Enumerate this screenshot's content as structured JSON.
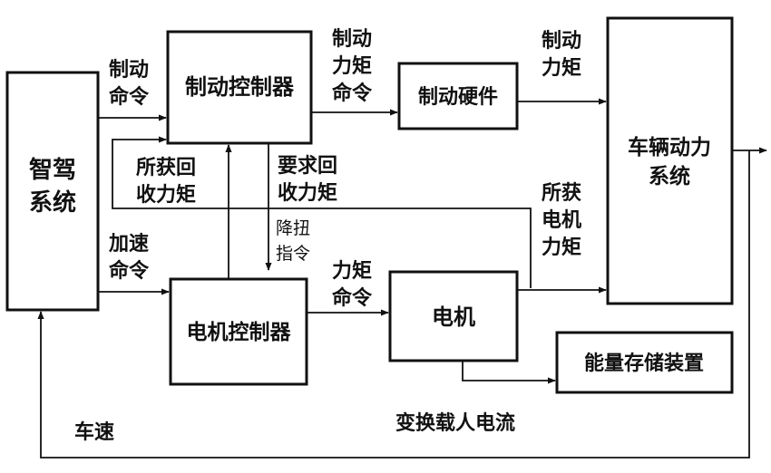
{
  "boxes": {
    "adas": [
      "智驾",
      "系统"
    ],
    "brake_controller": "制动控制器",
    "brake_hardware": "制动硬件",
    "powertrain": [
      "车辆动力",
      "系统"
    ],
    "motor_controller": "电机控制器",
    "motor": "电机",
    "energy_storage": "能量存储装置"
  },
  "labels": {
    "brake_command": [
      "制动",
      "命令"
    ],
    "brake_torque_command": [
      "制动",
      "力矩",
      "命令"
    ],
    "brake_torque": [
      "制动",
      "力矩"
    ],
    "obtained_regen_torque": [
      "所获回",
      "收力矩"
    ],
    "requested_regen_torque": [
      "要求回",
      "收力矩"
    ],
    "torque_reduction_command": [
      "降扭",
      "指令"
    ],
    "accel_command": [
      "加速",
      "命令"
    ],
    "torque_command": [
      "力矩",
      "命令"
    ],
    "obtained_motor_torque": [
      "所获",
      "电机",
      "力矩"
    ],
    "conversion_current": "变换载人电流",
    "vehicle_speed": "车速"
  }
}
